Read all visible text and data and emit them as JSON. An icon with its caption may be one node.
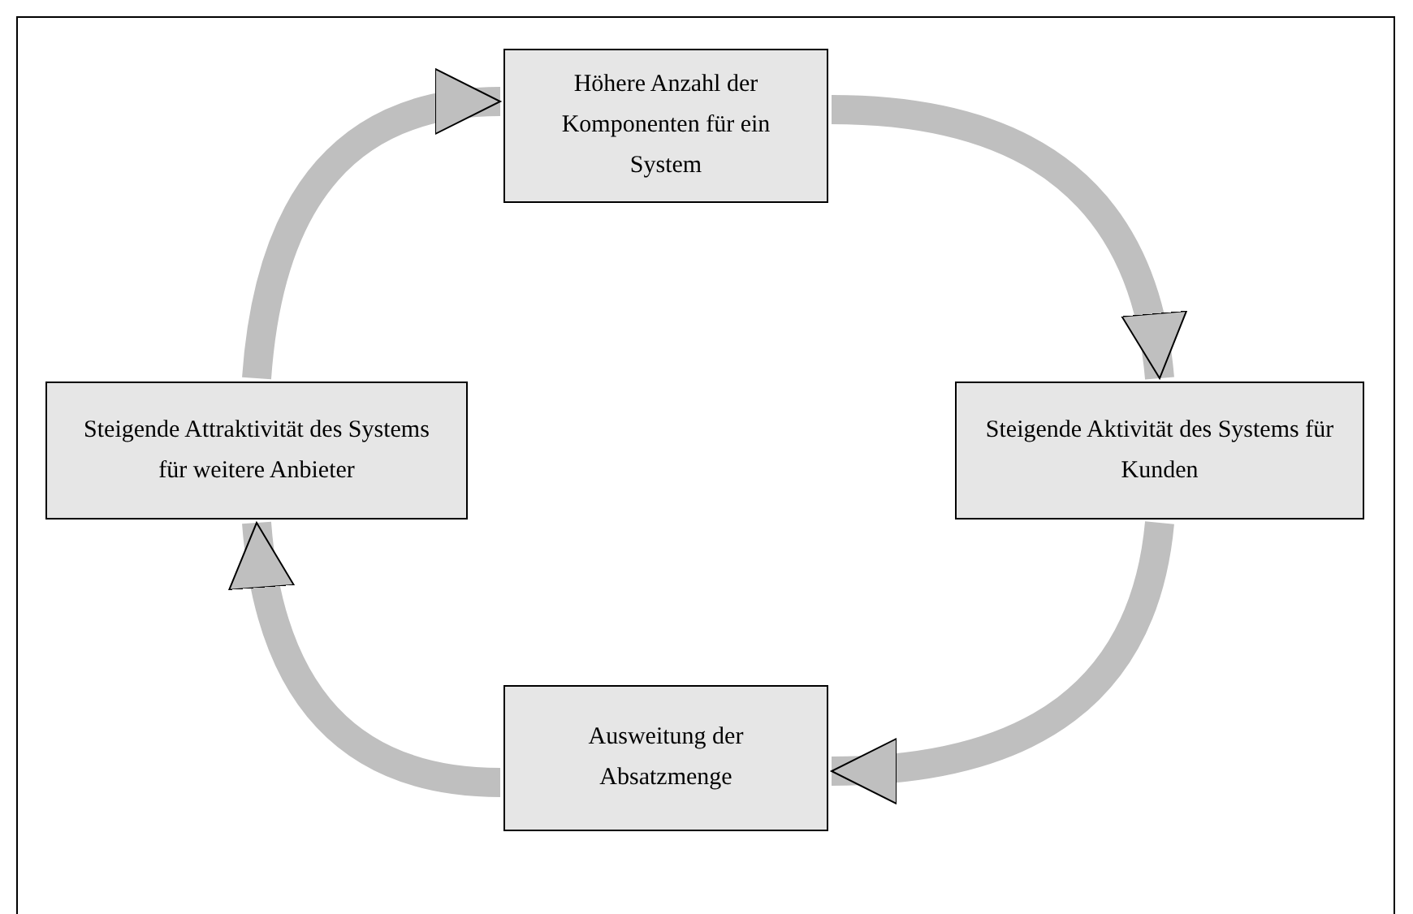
{
  "diagram": {
    "nodes": [
      {
        "text": [
          "Höhere Anzahl der Komponenten für ein System"
        ]
      },
      {
        "text": [
          "Steigende Aktivität des Systems für Kunden"
        ]
      },
      {
        "text": [
          "Ausweitung der Absatzmenge"
        ]
      },
      {
        "text": [
          "Steigende Attraktivität des Systems für weitere Anbieter"
        ]
      }
    ],
    "edges": [
      {
        "from": 0,
        "to": 1,
        "arrow": "to"
      },
      {
        "from": 1,
        "to": 2,
        "arrow": "to"
      },
      {
        "from": 2,
        "to": 3,
        "arrow": "to"
      },
      {
        "from": 3,
        "to": 0,
        "arrow": "to"
      }
    ]
  }
}
